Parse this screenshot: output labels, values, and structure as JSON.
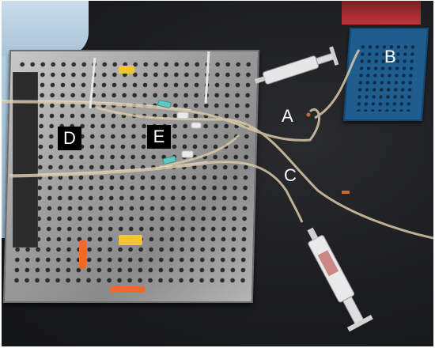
{
  "labels": {
    "a": "A",
    "b": "B",
    "c": "C",
    "d": "D",
    "e": "E"
  },
  "colors": {
    "background": "#1b1c1f",
    "tray": "#a0a0a0",
    "box": "#1f5d8f",
    "yellow_tag": "#f3c431",
    "orange_tag": "#ee6a2a",
    "drape": "#a9c4d8"
  }
}
